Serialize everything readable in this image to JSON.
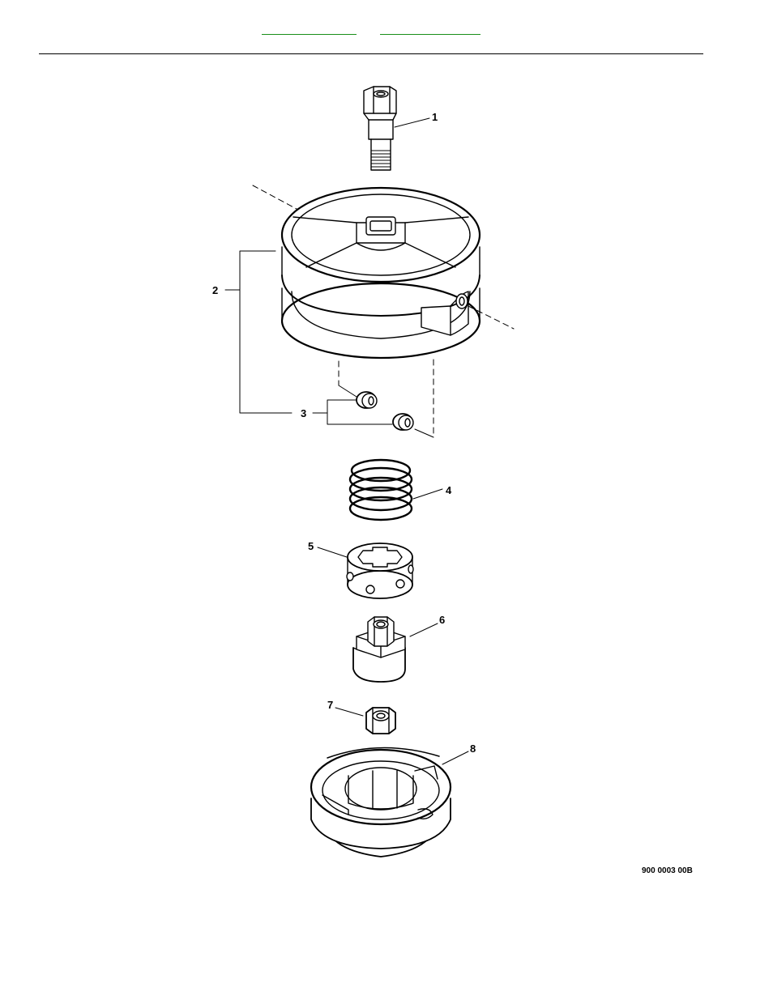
{
  "header": {
    "links": [
      {
        "label": ""
      },
      {
        "label": ""
      }
    ]
  },
  "diagram": {
    "callouts": [
      "1",
      "2",
      "3",
      "4",
      "5",
      "6",
      "7",
      "8"
    ],
    "drawing_code": "900 0003 00B",
    "line_color": "#000000",
    "link_color": "#1a8f1a"
  }
}
